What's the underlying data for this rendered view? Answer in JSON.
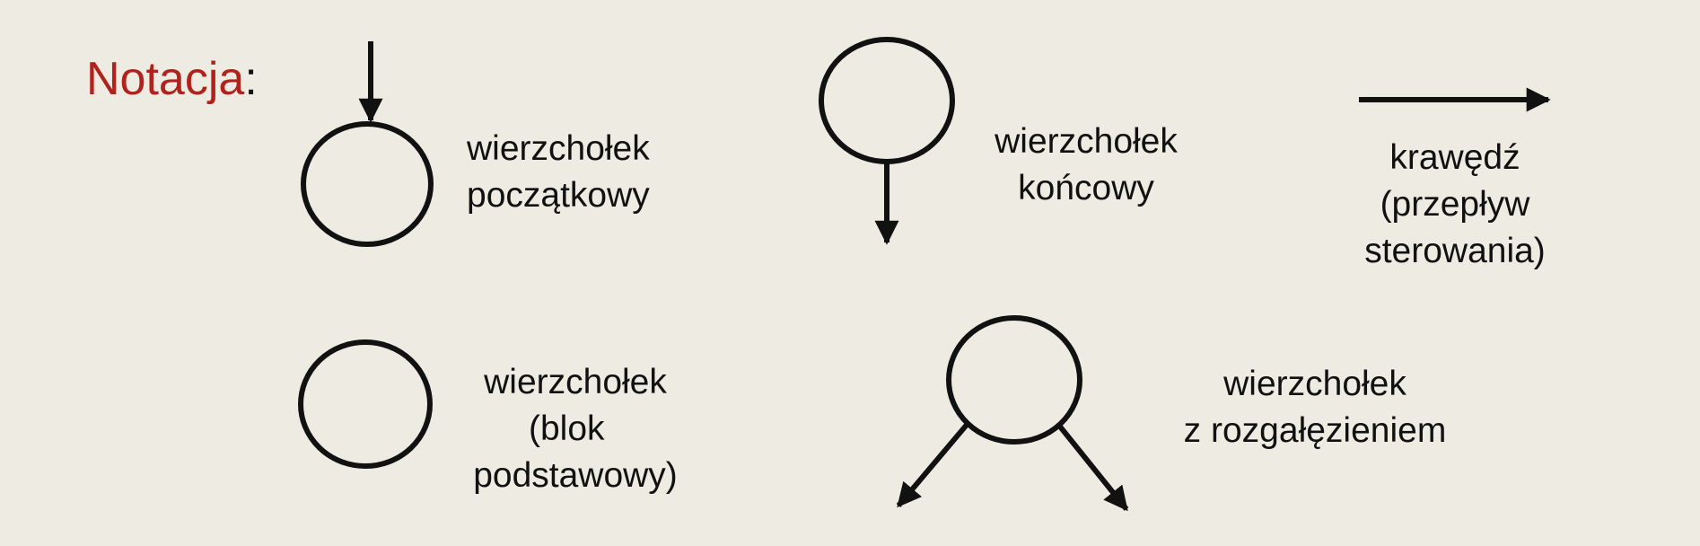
{
  "title": {
    "word": "Notacja",
    "colon": ":"
  },
  "colors": {
    "title_accent": "#b0221b",
    "stroke": "#111111",
    "background": "#eeebe3"
  },
  "legend": {
    "start_vertex": {
      "lines": [
        "wierzchołek",
        "początkowy"
      ]
    },
    "end_vertex": {
      "lines": [
        "wierzchołek",
        "końcowy"
      ]
    },
    "edge": {
      "lines": [
        "krawędź",
        "(przepływ",
        "sterowania)"
      ]
    },
    "basic_block_vertex": {
      "lines": [
        "wierzchołek",
        "(blok",
        "podstawowy)"
      ]
    },
    "branch_vertex": {
      "lines": [
        "wierzchołek",
        "z rozgałęzieniem"
      ]
    }
  }
}
